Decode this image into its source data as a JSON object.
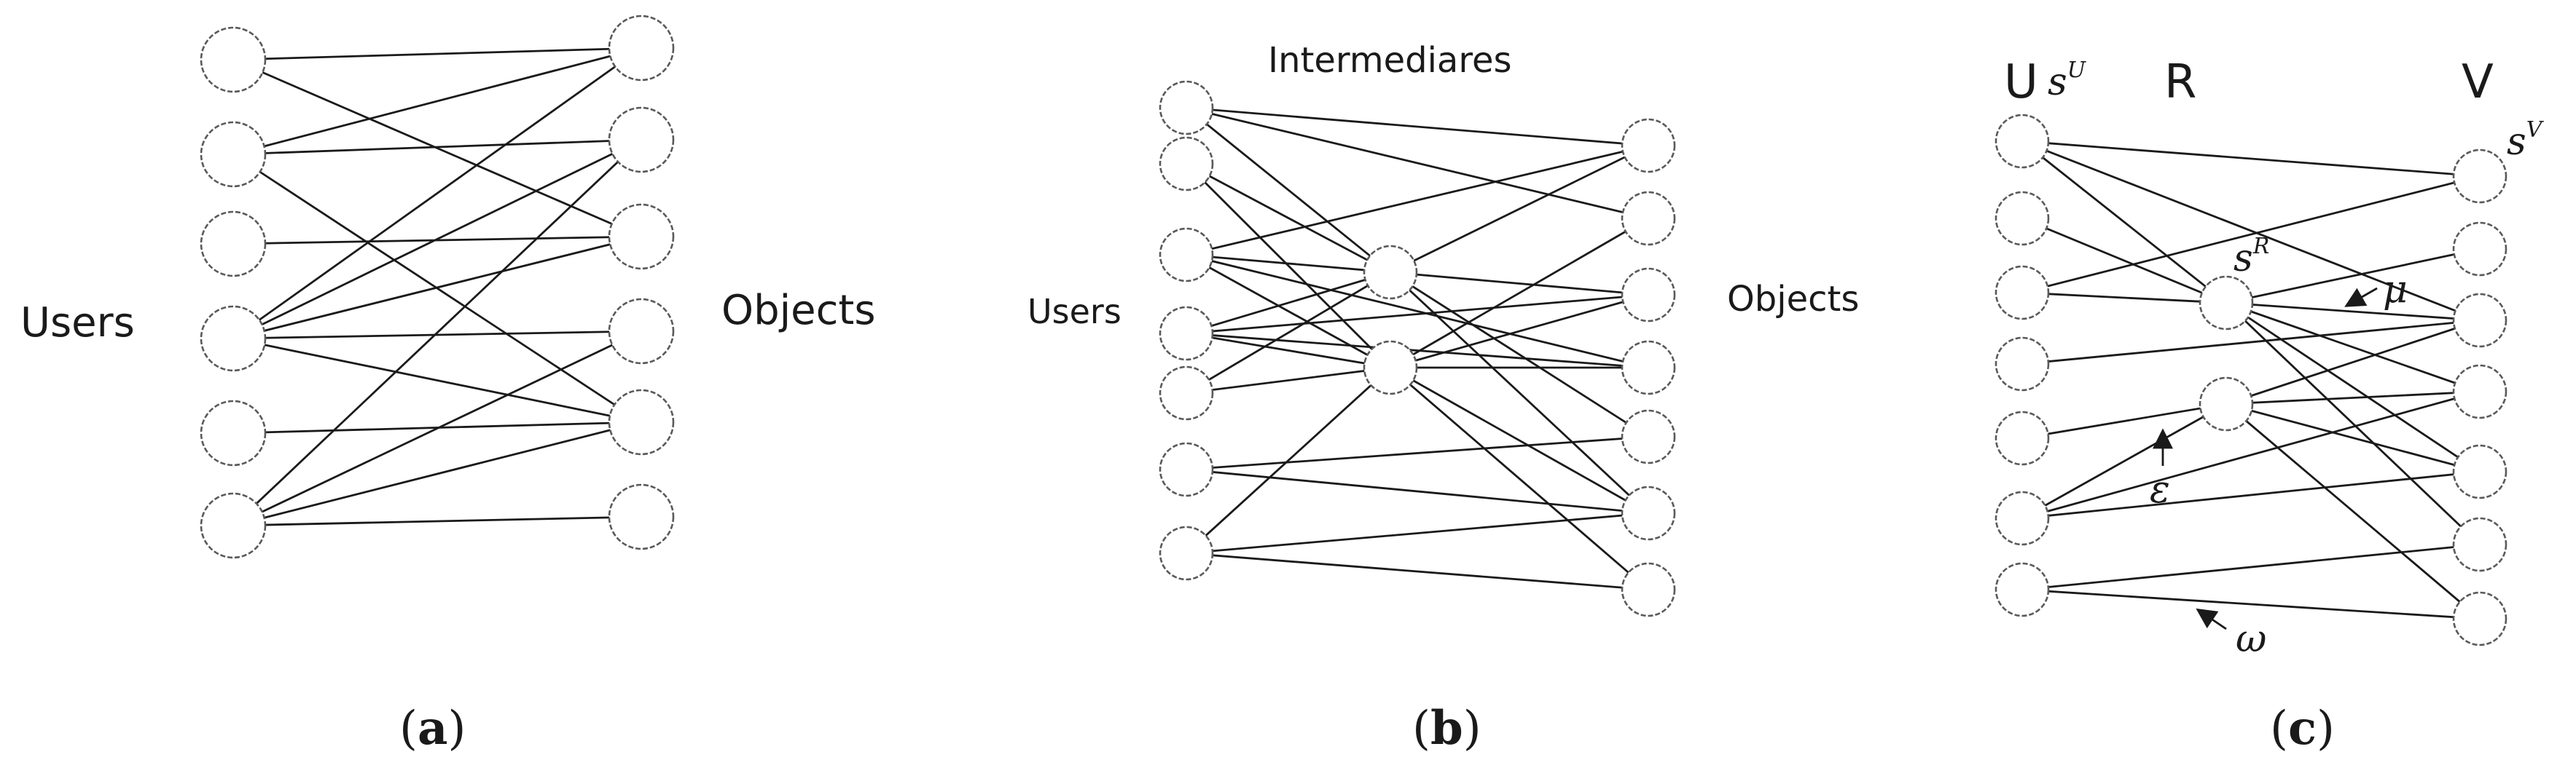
{
  "panel_a": {
    "users_label": "Users",
    "objects_label": "Objects",
    "caption": {
      "open": "(",
      "letter": "a",
      "close": ")"
    }
  },
  "panel_b": {
    "intermediaries_label": "Intermediares",
    "users_label": "Users",
    "objects_label": "Objects",
    "caption": {
      "open": "(",
      "letter": "b",
      "close": ")"
    }
  },
  "panel_c": {
    "u_label": "U",
    "su_base": "s",
    "su_sup": "U",
    "r_label": "R",
    "v_label": "V",
    "sv_base": "s",
    "sv_sup": "V",
    "sr_base": "s",
    "sr_sup": "R",
    "mu": "μ",
    "epsilon": "ε",
    "omega": "ω",
    "caption": {
      "open": "(",
      "letter": "c",
      "close": ")"
    }
  }
}
